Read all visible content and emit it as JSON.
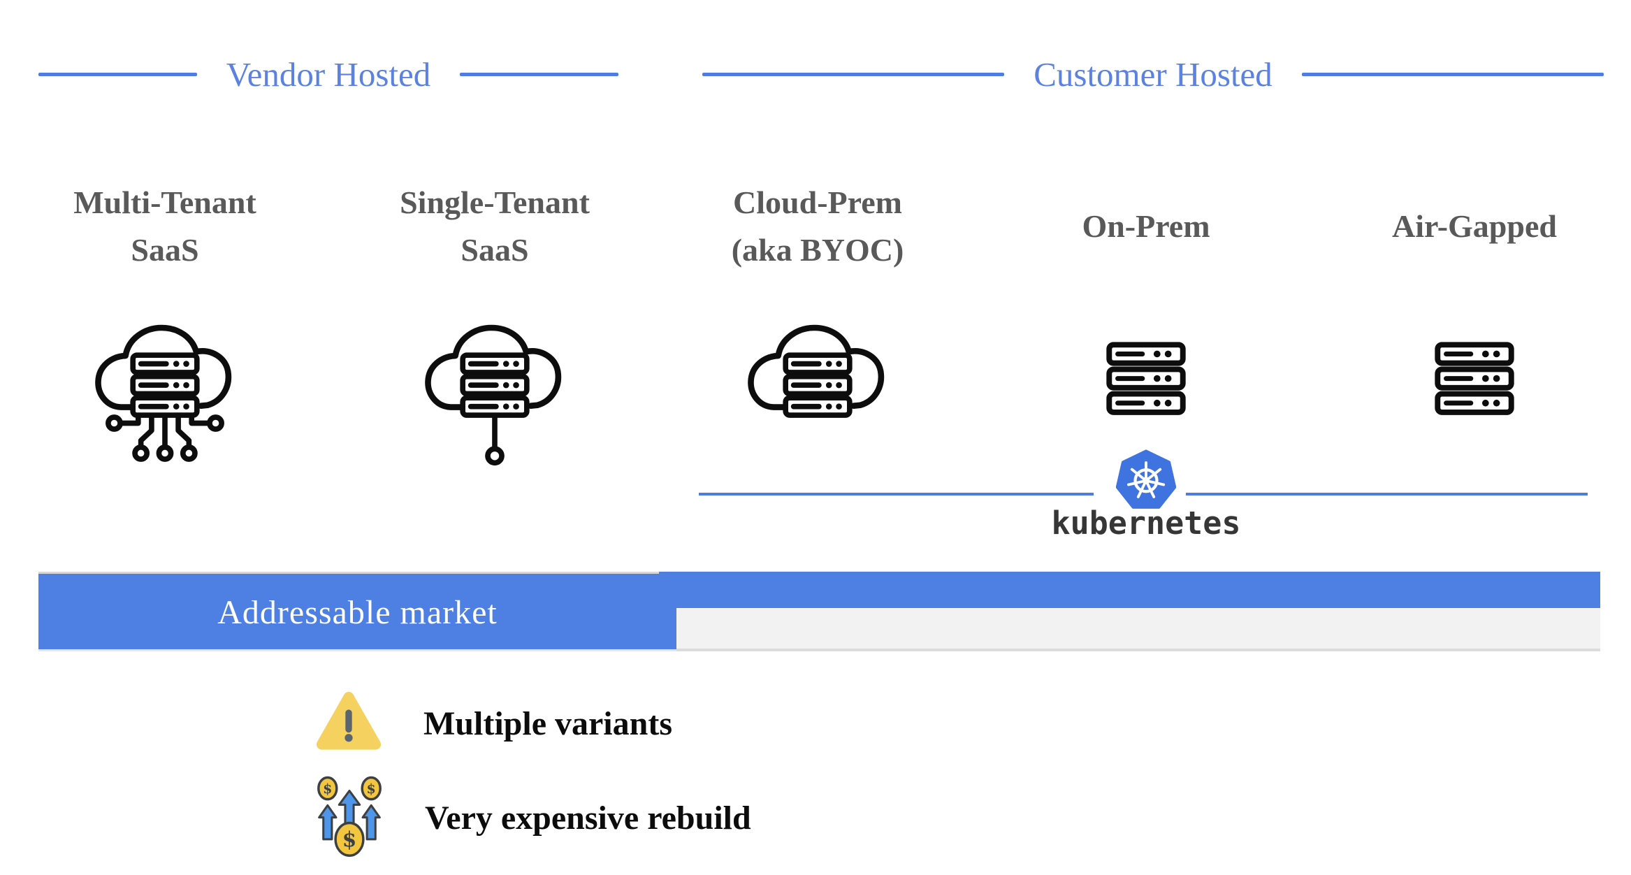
{
  "colors": {
    "header_blue": "#5b82e0",
    "line_blue": "#4d7de0",
    "bar_blue": "#4e7fe2",
    "title_gray": "#595959",
    "panel_gray": "#f2f2f2",
    "k8s_blue": "#3f73e0",
    "warning_yellow": "#f5d260",
    "coin_gold": "#f2c63f",
    "arrow_blue": "#4e96e9"
  },
  "sections": {
    "vendor": {
      "label": "Vendor Hosted"
    },
    "customer": {
      "label": "Customer Hosted"
    }
  },
  "columns": [
    {
      "lines": [
        "Multi-Tenant",
        "SaaS"
      ],
      "icon": "cloud-server-network-icon"
    },
    {
      "lines": [
        "Single-Tenant",
        "SaaS"
      ],
      "icon": "cloud-server-connected-icon"
    },
    {
      "lines": [
        "Cloud-Prem",
        "(aka BYOC)"
      ],
      "icon": "cloud-server-icon"
    },
    {
      "lines": [
        "On-Prem"
      ],
      "icon": "server-rack-icon"
    },
    {
      "lines": [
        "Air-Gapped"
      ],
      "icon": "server-rack-icon"
    }
  ],
  "kubernetes": {
    "label": "kubernetes"
  },
  "market_bar": {
    "label": "Addressable market"
  },
  "annotations": [
    {
      "icon": "warning-icon",
      "text": "Multiple variants"
    },
    {
      "icon": "cost-increase-icon",
      "text": "Very expensive rebuild"
    }
  ]
}
